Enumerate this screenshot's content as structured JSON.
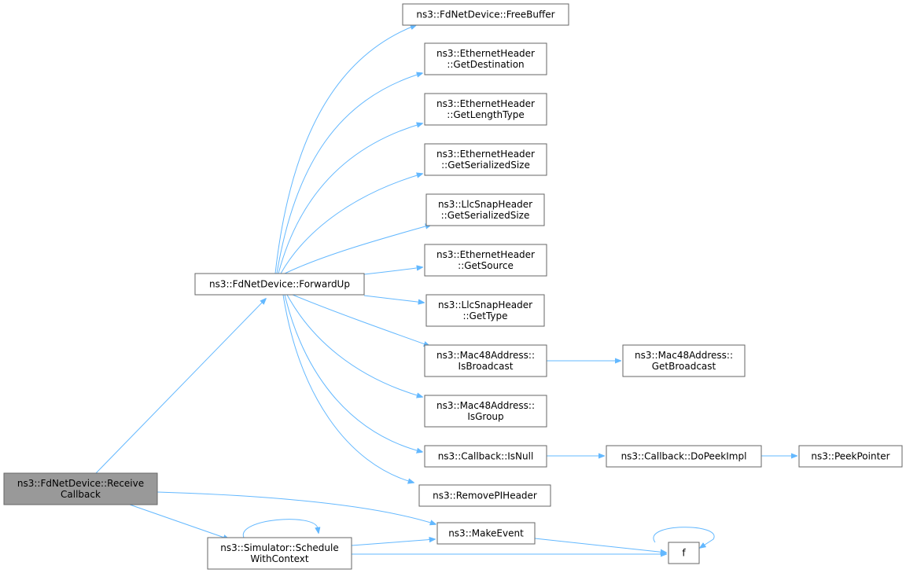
{
  "diagram": {
    "colors": {
      "edge": "#63b8ff",
      "node_border": "#666666",
      "root_fill": "#999999",
      "node_fill": "#ffffff"
    },
    "nodes": [
      {
        "id": "root",
        "lines": [
          "ns3::FdNetDevice::Receive",
          "Callback"
        ],
        "root": true
      },
      {
        "id": "forwardup",
        "lines": [
          "ns3::FdNetDevice::ForwardUp"
        ]
      },
      {
        "id": "schedule",
        "lines": [
          "ns3::Simulator::Schedule",
          "WithContext"
        ]
      },
      {
        "id": "freebuffer",
        "lines": [
          "ns3::FdNetDevice::FreeBuffer"
        ]
      },
      {
        "id": "getdest",
        "lines": [
          "ns3::EthernetHeader",
          "::GetDestination"
        ]
      },
      {
        "id": "getlen",
        "lines": [
          "ns3::EthernetHeader",
          "::GetLengthType"
        ]
      },
      {
        "id": "ethsize",
        "lines": [
          "ns3::EthernetHeader",
          "::GetSerializedSize"
        ]
      },
      {
        "id": "llcsize",
        "lines": [
          "ns3::LlcSnapHeader",
          "::GetSerializedSize"
        ]
      },
      {
        "id": "getsource",
        "lines": [
          "ns3::EthernetHeader",
          "::GetSource"
        ]
      },
      {
        "id": "gettype",
        "lines": [
          "ns3::LlcSnapHeader",
          "::GetType"
        ]
      },
      {
        "id": "isbcast",
        "lines": [
          "ns3::Mac48Address::",
          "IsBroadcast"
        ]
      },
      {
        "id": "getbcast",
        "lines": [
          "ns3::Mac48Address::",
          "GetBroadcast"
        ]
      },
      {
        "id": "isgroup",
        "lines": [
          "ns3::Mac48Address::",
          "IsGroup"
        ]
      },
      {
        "id": "isnull",
        "lines": [
          "ns3::Callback::IsNull"
        ]
      },
      {
        "id": "dopeek",
        "lines": [
          "ns3::Callback::DoPeekImpl"
        ]
      },
      {
        "id": "peekptr",
        "lines": [
          "ns3::PeekPointer"
        ]
      },
      {
        "id": "removepi",
        "lines": [
          "ns3::RemovePIHeader"
        ]
      },
      {
        "id": "makeevent",
        "lines": [
          "ns3::MakeEvent"
        ]
      },
      {
        "id": "f",
        "lines": [
          "f"
        ]
      }
    ],
    "edges": [
      {
        "from": "root",
        "to": "forwardup"
      },
      {
        "from": "root",
        "to": "makeevent"
      },
      {
        "from": "root",
        "to": "schedule"
      },
      {
        "from": "forwardup",
        "to": "freebuffer"
      },
      {
        "from": "forwardup",
        "to": "getdest"
      },
      {
        "from": "forwardup",
        "to": "getlen"
      },
      {
        "from": "forwardup",
        "to": "ethsize"
      },
      {
        "from": "forwardup",
        "to": "llcsize"
      },
      {
        "from": "forwardup",
        "to": "getsource"
      },
      {
        "from": "forwardup",
        "to": "gettype"
      },
      {
        "from": "forwardup",
        "to": "isbcast"
      },
      {
        "from": "forwardup",
        "to": "isgroup"
      },
      {
        "from": "forwardup",
        "to": "isnull"
      },
      {
        "from": "forwardup",
        "to": "removepi"
      },
      {
        "from": "isbcast",
        "to": "getbcast"
      },
      {
        "from": "isnull",
        "to": "dopeek"
      },
      {
        "from": "dopeek",
        "to": "peekptr"
      },
      {
        "from": "schedule",
        "to": "schedule"
      },
      {
        "from": "schedule",
        "to": "makeevent"
      },
      {
        "from": "schedule",
        "to": "f"
      },
      {
        "from": "makeevent",
        "to": "f"
      },
      {
        "from": "f",
        "to": "f"
      }
    ]
  }
}
